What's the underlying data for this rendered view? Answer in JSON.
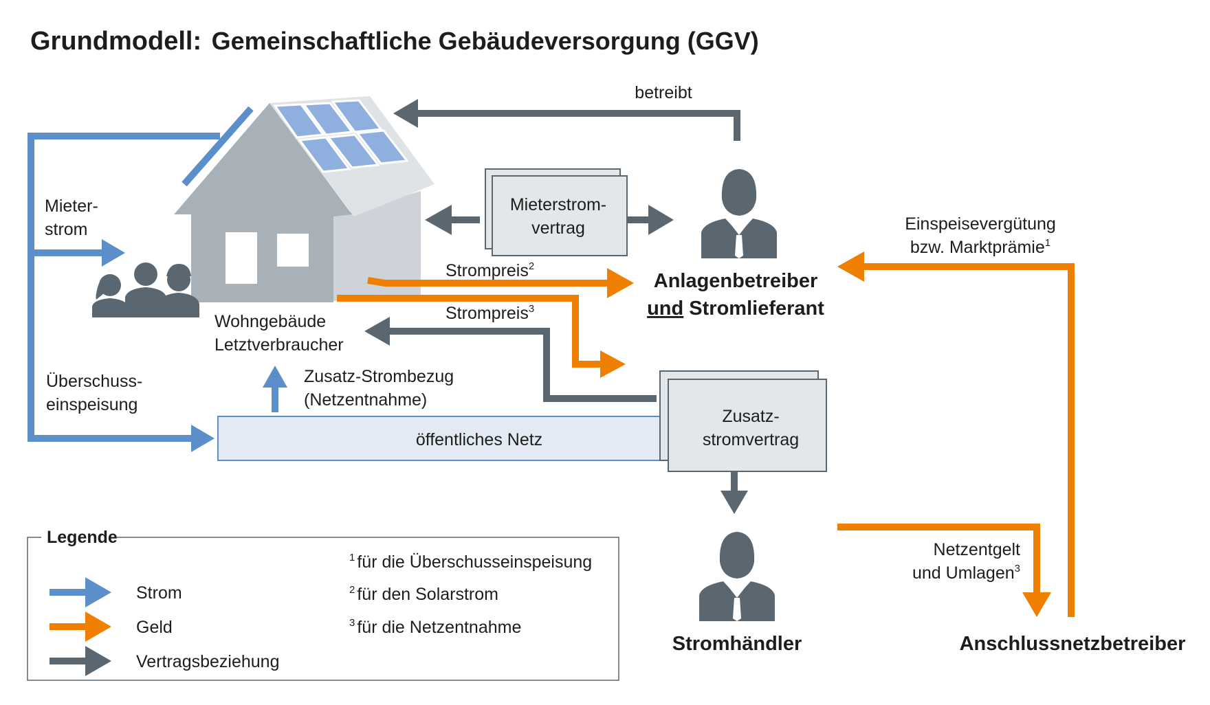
{
  "title": {
    "prefix": "Grundmodell:",
    "main": "Gemeinschaftliche Gebäudeversorgung (GGV)"
  },
  "labels": {
    "betreibt": "betreibt",
    "mieterstrom_line1": "Mieter-",
    "mieterstrom_line2": "strom",
    "ueberschuss_line1": "Überschuss-",
    "ueberschuss_line2": "einspeisung",
    "wohngebaeude_line1": "Wohngebäude",
    "wohngebaeude_line2": "Letztverbraucher",
    "mieterstromvertrag_line1": "Mieterstrom-",
    "mieterstromvertrag_line2": "vertrag",
    "strompreis2": "Strompreis",
    "strompreis2_sup": "2",
    "strompreis3": "Strompreis",
    "strompreis3_sup": "3",
    "zusatzbezug_line1": "Zusatz-Strombezug",
    "zusatzbezug_line2": "(Netzentnahme)",
    "netz": "öffentliches Netz",
    "zusatzvertrag_line1": "Zusatz-",
    "zusatzvertrag_line2": "stromvertrag",
    "anlagenbetreiber_line1": "Anlagenbetreiber",
    "anlagenbetreiber_und": "und",
    "anlagenbetreiber_line2_rest": " Stromlieferant",
    "einspeise_line1": "Einspeisevergütung",
    "einspeise_line2": "bzw. Marktprämie",
    "einspeise_sup": "1",
    "stromhaendler": "Stromhändler",
    "netzentgelt_line1": "Netzentgelt",
    "netzentgelt_line2": "und Umlagen",
    "netzentgelt_sup": "3",
    "anschlussnetzbetreiber": "Anschlussnetzbetreiber"
  },
  "legend": {
    "title": "Legende",
    "items": [
      {
        "label": "Strom",
        "color": "#5b8fc9"
      },
      {
        "label": "Geld",
        "color": "#ee7f00"
      },
      {
        "label": "Vertragsbeziehung",
        "color": "#5a6670"
      }
    ],
    "notes": [
      {
        "sup": "1",
        "text": "für die Überschusseinspeisung"
      },
      {
        "sup": "2",
        "text": "für den Solarstrom"
      },
      {
        "sup": "3",
        "text": "für die Netzentnahme"
      }
    ]
  },
  "colors": {
    "strom": "#5b8fc9",
    "geld": "#ee7f00",
    "vertrag": "#5a6670",
    "house_front": "#a9b1b8",
    "house_side": "#cdd3d8",
    "roof": "#dfe3e6",
    "panel": "#8fb0de",
    "netz_fill": "#e4eaf4"
  },
  "icons": [
    "house-icon",
    "solar-panel-icon",
    "tenants-icon",
    "person-icon",
    "document-icon"
  ]
}
